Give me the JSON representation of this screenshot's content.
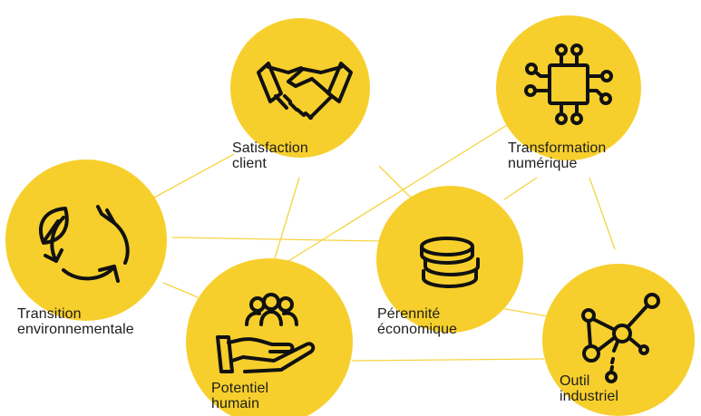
{
  "colors": {
    "accent": "#f7cf2c",
    "line": "#f5d442",
    "icon": "#111111",
    "text": "#1d1d1b"
  },
  "nodes": [
    {
      "id": "satisfaction-client",
      "icon": "handshake-icon",
      "label_lines": [
        "Satisfaction",
        "client"
      ]
    },
    {
      "id": "transformation-numerique",
      "icon": "circuit-chip-icon",
      "label_lines": [
        "Transformation",
        "numérique"
      ]
    },
    {
      "id": "transition-environnementale",
      "icon": "recycle-leaf-icon",
      "label_lines": [
        "Transition",
        "environnementale"
      ]
    },
    {
      "id": "perennite-economique",
      "icon": "coin-stack-icon",
      "label_lines": [
        "Pérennité",
        "économique"
      ]
    },
    {
      "id": "potentiel-humain",
      "icon": "hand-people-icon",
      "label_lines": [
        "Potentiel",
        "humain"
      ]
    },
    {
      "id": "outil-industriel",
      "icon": "network-nodes-icon",
      "label_lines": [
        "Outil",
        "industriel"
      ]
    }
  ]
}
